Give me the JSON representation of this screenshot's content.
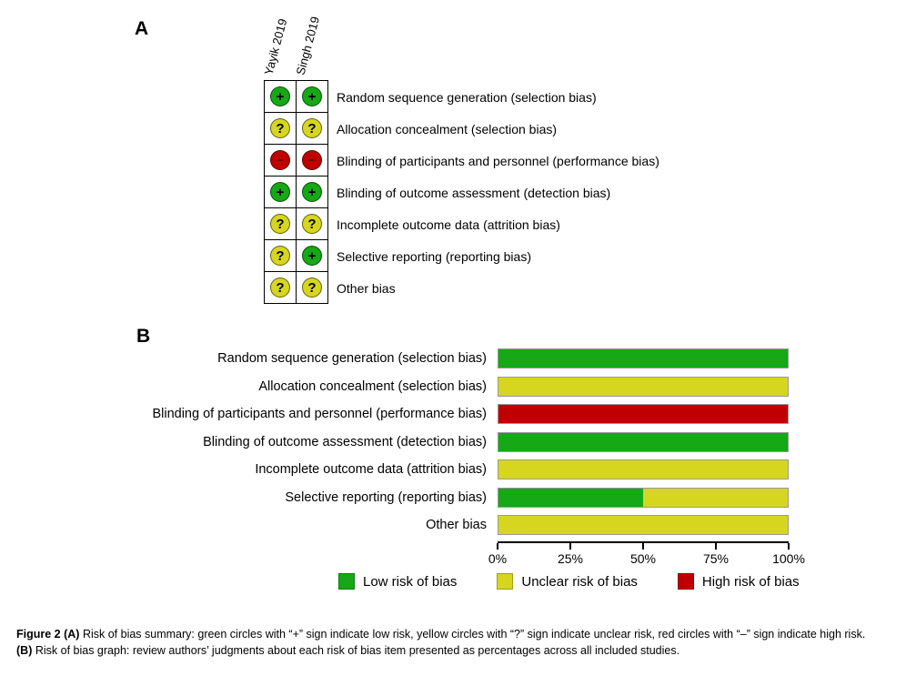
{
  "colors": {
    "low": "#16a816",
    "unclear": "#d6d621",
    "high": "#c00000"
  },
  "panelA": {
    "label": "A",
    "studies": [
      "Yayik 2019",
      "Singh 2019"
    ],
    "symbols": {
      "low": "+",
      "unclear": "?",
      "high": "−"
    },
    "rows": [
      {
        "label": "Random sequence generation (selection bias)",
        "judgments": [
          "low",
          "low"
        ]
      },
      {
        "label": "Allocation concealment (selection bias)",
        "judgments": [
          "unclear",
          "unclear"
        ]
      },
      {
        "label": "Blinding of participants and personnel (performance bias)",
        "judgments": [
          "high",
          "high"
        ]
      },
      {
        "label": "Blinding of outcome assessment (detection bias)",
        "judgments": [
          "low",
          "low"
        ]
      },
      {
        "label": "Incomplete outcome data (attrition bias)",
        "judgments": [
          "unclear",
          "unclear"
        ]
      },
      {
        "label": "Selective reporting (reporting bias)",
        "judgments": [
          "unclear",
          "low"
        ]
      },
      {
        "label": "Other bias",
        "judgments": [
          "unclear",
          "unclear"
        ]
      }
    ]
  },
  "panelB": {
    "label": "B"
  },
  "chart_data": {
    "type": "bar",
    "orientation": "horizontal",
    "stacked": true,
    "categories": [
      "Random sequence generation (selection bias)",
      "Allocation concealment (selection bias)",
      "Blinding of participants and personnel (performance bias)",
      "Blinding of outcome assessment (detection bias)",
      "Incomplete outcome data (attrition bias)",
      "Selective reporting (reporting bias)",
      "Other bias"
    ],
    "series": [
      {
        "name": "Low risk of bias",
        "key": "low",
        "values": [
          100,
          0,
          0,
          100,
          0,
          50,
          0
        ]
      },
      {
        "name": "Unclear risk of bias",
        "key": "unclear",
        "values": [
          0,
          100,
          0,
          0,
          100,
          50,
          100
        ]
      },
      {
        "name": "High risk of bias",
        "key": "high",
        "values": [
          0,
          0,
          100,
          0,
          0,
          0,
          0
        ]
      }
    ],
    "x_ticks": [
      "0%",
      "25%",
      "50%",
      "75%",
      "100%"
    ],
    "xlim": [
      0,
      100
    ],
    "grid": false,
    "legend_position": "bottom",
    "legend": [
      {
        "label": "Low risk of bias",
        "key": "low"
      },
      {
        "label": "Unclear risk of bias",
        "key": "unclear"
      },
      {
        "label": "High risk of bias",
        "key": "high"
      }
    ]
  },
  "caption": {
    "fig_label": "Figure 2",
    "a_marker": "(A)",
    "a_text": "Risk of bias summary: green circles with “+” sign indicate low risk, yellow circles with “?” sign indicate unclear risk, red circles with “–” sign indicate high risk.",
    "b_marker": "(B)",
    "b_text": "Risk of bias graph: review authors’ judgments about each risk of bias item presented as percentages across all included studies."
  }
}
